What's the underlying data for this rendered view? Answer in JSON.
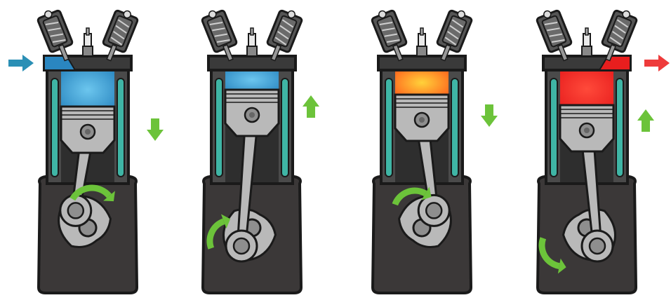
{
  "diagram": {
    "strokes": [
      {
        "stroke": "intake",
        "chamber_fill": "#2a86c0",
        "chamber_highlight": "#6cc6ee",
        "piston_motion": "down",
        "gas_arrow": "in"
      },
      {
        "stroke": "compression",
        "chamber_fill": "#2a86c0",
        "chamber_highlight": "#6cc6ee",
        "piston_motion": "up",
        "gas_arrow": "none"
      },
      {
        "stroke": "power",
        "chamber_fill": "#ff5a1a",
        "chamber_highlight": "#ffd23a",
        "piston_motion": "down",
        "gas_arrow": "none"
      },
      {
        "stroke": "exhaust",
        "chamber_fill": "#e81e1e",
        "chamber_highlight": "#ff4a3a",
        "piston_motion": "up",
        "gas_arrow": "out"
      }
    ],
    "colors": {
      "outline": "#1a1a1a",
      "block": "#4a4a4a",
      "crankcase": "#3b3838",
      "metal": "#b9b9b9",
      "metal_dark": "#8e8e8e",
      "coolant": "#3fb5a5",
      "motion_arrow": "#6cc33a",
      "intake_arrow": "#2a8fb5",
      "exhaust_arrow": "#ee3b3b"
    },
    "icons": [
      "intake-arrow-icon",
      "exhaust-arrow-icon",
      "motion-arrow-icon",
      "rotation-arrow-icon",
      "spark-plug-icon",
      "valve-icon"
    ]
  }
}
